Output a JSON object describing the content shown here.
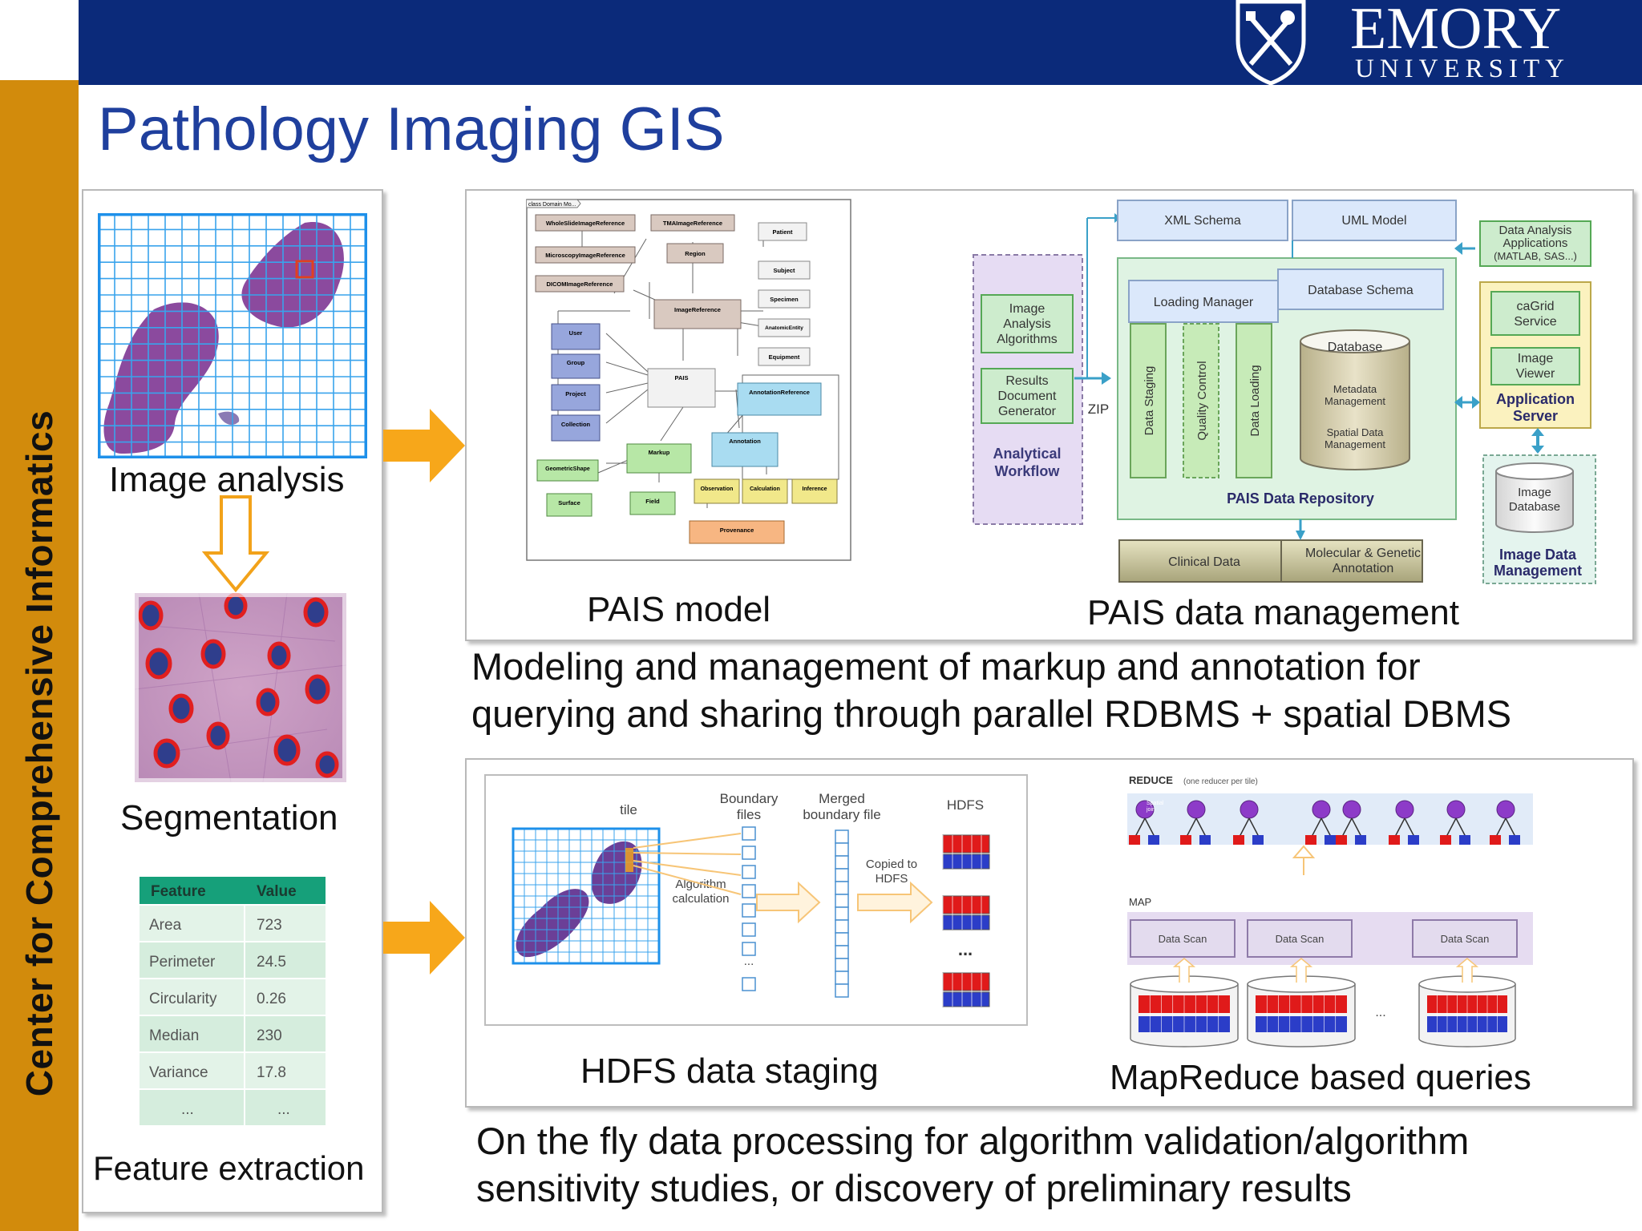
{
  "header": {
    "university_name": "EMORY",
    "university_sub": "UNIVERSITY",
    "logo_icon": "emory-shield-icon",
    "bar_color": "#0b2a7a"
  },
  "sidebar": {
    "label": "Center for Comprehensive Informatics",
    "color": "#d28b0c"
  },
  "title": "Pathology Imaging GIS",
  "left_panel": {
    "image_analysis_label": "Image analysis",
    "segmentation_label": "Segmentation",
    "feature_label": "Feature extraction",
    "feature_table": {
      "headers": [
        "Feature",
        "Value"
      ],
      "rows": [
        [
          "Area",
          "723"
        ],
        [
          "Perimeter",
          "24.5"
        ],
        [
          "Circularity",
          "0.26"
        ],
        [
          "Median",
          "230"
        ],
        [
          "Variance",
          "17.8"
        ],
        [
          "...",
          "..."
        ]
      ]
    }
  },
  "pais_model": {
    "caption": "PAIS model",
    "frame_label": "class Domain Mo...",
    "classes": {
      "whole": "WholeSlideImageReference",
      "tma": "TMAImageReference",
      "patient": "Patient",
      "micro": "MicroscopyImageReference",
      "region": "Region",
      "subject": "Subject",
      "dicom": "DICOMImageReference",
      "specimen": "Specimen",
      "imageref": "ImageReference",
      "anatomic": "AnatomicEntity",
      "equipment": "Equipment",
      "user": "User",
      "group": "Group",
      "project": "Project",
      "collection": "Collection",
      "pais": "PAIS",
      "annotationref": "AnnotationReference",
      "annotation": "Annotation",
      "markup": "Markup",
      "geometric": "GeometricShape",
      "surface": "Surface",
      "field": "Field",
      "observation": "Observation",
      "calculation": "Calculation",
      "inference": "Inference",
      "provenance": "Provenance"
    }
  },
  "pais_dm": {
    "caption": "PAIS data management",
    "xml_schema": "XML Schema",
    "uml_model": "UML Model",
    "data_analysis_apps": [
      "Data Analysis",
      "Applications",
      "(MATLAB, SAS...)"
    ],
    "loading_manager": "Loading Manager",
    "database_schema": "Database Schema",
    "image_analysis_alg": [
      "Image",
      "Analysis",
      "Algorithms"
    ],
    "results_doc_gen": [
      "Results",
      "Document",
      "Generator"
    ],
    "analytical_workflow": [
      "Analytical",
      "Workflow"
    ],
    "zip": "ZIP",
    "data_staging": "Data Staging",
    "quality_control": "Quality Control",
    "data_loading": "Data Loading",
    "database": "Database",
    "metadata_mgmt": [
      "Metadata",
      "Management"
    ],
    "spatial_mgmt": [
      "Spatial Data",
      "Management"
    ],
    "repository": "PAIS Data Repository",
    "cagrid": [
      "caGrid",
      "Service"
    ],
    "image_viewer": [
      "Image",
      "Viewer"
    ],
    "app_server": [
      "Application",
      "Server"
    ],
    "image_database": [
      "Image",
      "Database"
    ],
    "image_data_mgmt": [
      "Image Data",
      "Management"
    ],
    "clinical_data": "Clinical Data",
    "molecular": [
      "Molecular & Genetic",
      "Annotation"
    ]
  },
  "text1": {
    "line1": "Modeling and management of markup and annotation for",
    "line2": "querying and sharing through parallel RDBMS + spatial DBMS"
  },
  "hdfs": {
    "caption": "HDFS data staging",
    "tile": "tile",
    "boundary_files": [
      "Boundary",
      "files"
    ],
    "merged": [
      "Merged",
      "boundary file"
    ],
    "hdfs_label": "HDFS",
    "algorithm_calc": [
      "Algorithm",
      "calculation"
    ],
    "copied": [
      "Copied to",
      "HDFS"
    ],
    "dots": "..."
  },
  "mapreduce": {
    "caption": "MapReduce based queries",
    "reduce_label": "REDUCE",
    "reduce_note": "(one reducer per tile)",
    "spatial_join": [
      "Spatial",
      "join"
    ],
    "map_label": "MAP",
    "data_scan": "Data Scan",
    "dots": "..."
  },
  "text2": {
    "line1": "On the fly data processing for algorithm validation/algorithm",
    "line2": "sensitivity studies, or discovery of preliminary results"
  }
}
